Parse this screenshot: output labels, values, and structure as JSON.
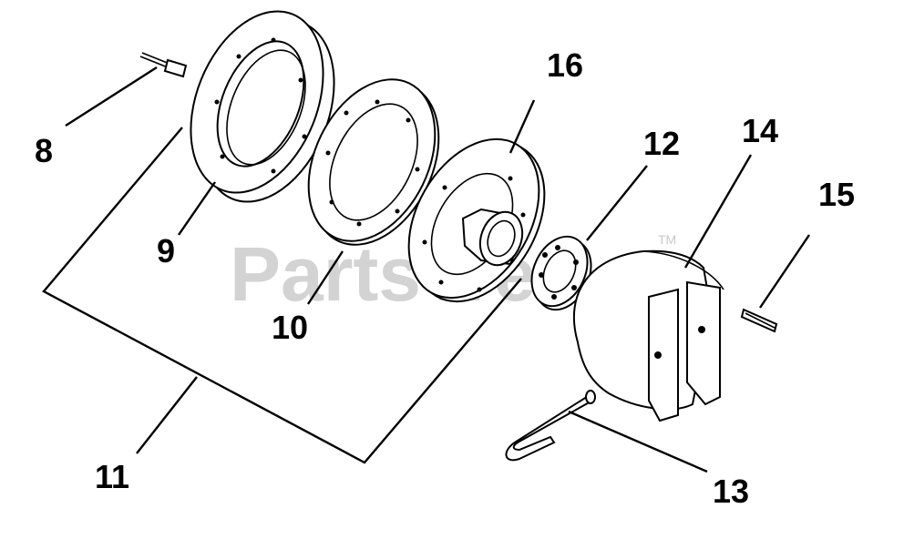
{
  "watermark": {
    "text": "PartsTree",
    "trademark": "TM"
  },
  "callouts": [
    {
      "id": "8",
      "text": "8"
    },
    {
      "id": "9",
      "text": "9"
    },
    {
      "id": "10",
      "text": "10"
    },
    {
      "id": "11",
      "text": "11"
    },
    {
      "id": "12",
      "text": "12"
    },
    {
      "id": "13",
      "text": "13"
    },
    {
      "id": "14",
      "text": "14"
    },
    {
      "id": "15",
      "text": "15"
    },
    {
      "id": "16",
      "text": "16"
    }
  ]
}
